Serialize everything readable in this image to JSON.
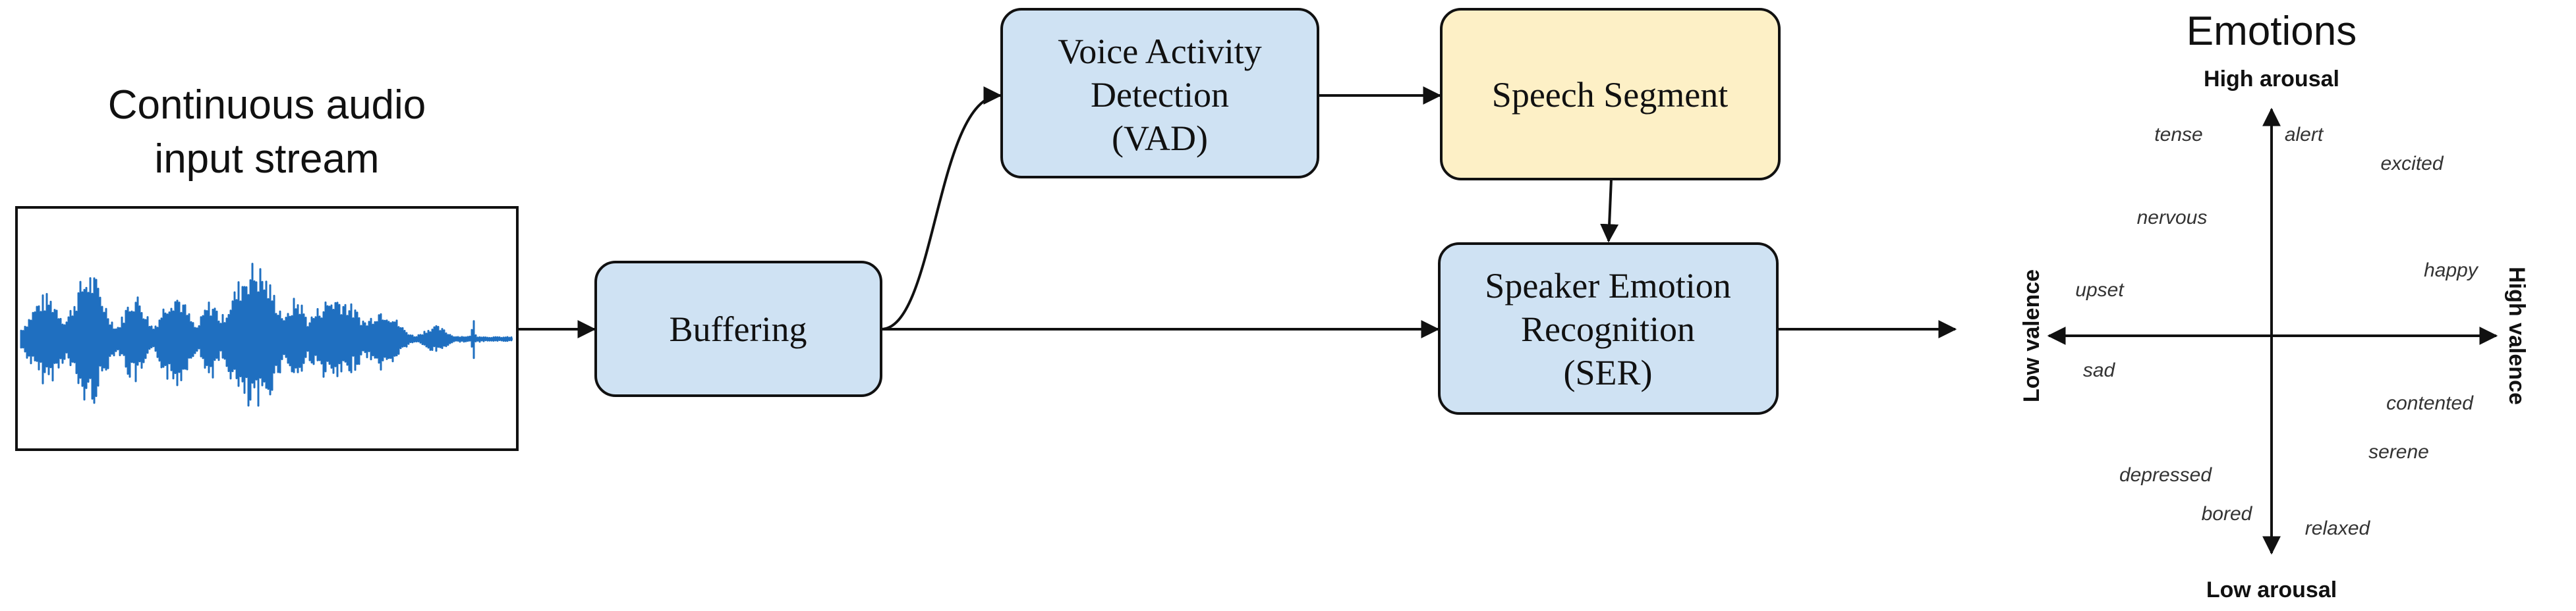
{
  "input": {
    "title_line1": "Continuous audio",
    "title_line2": "input stream"
  },
  "boxes": {
    "buffering": {
      "lines": [
        "Buffering"
      ],
      "fill": "#cfe2f3"
    },
    "vad": {
      "lines": [
        "Voice Activity",
        "Detection",
        "(VAD)"
      ],
      "fill": "#cfe2f3"
    },
    "speech_segment": {
      "lines": [
        "Speech Segment"
      ],
      "fill": "#fdf0c6"
    },
    "ser": {
      "lines": [
        "Speaker Emotion",
        "Recognition",
        "(SER)"
      ],
      "fill": "#cfe2f3"
    }
  },
  "emotions": {
    "title": "Emotions",
    "axes": {
      "top": "High arousal",
      "bottom": "Low arousal",
      "left": "Low valence",
      "right": "High valence"
    },
    "words": [
      "tense",
      "alert",
      "excited",
      "nervous",
      "happy",
      "upset",
      "sad",
      "contented",
      "serene",
      "depressed",
      "bored",
      "relaxed"
    ]
  },
  "colors": {
    "box_stroke": "#111111",
    "waveform": "#1f6fc0",
    "line": "#111111"
  }
}
